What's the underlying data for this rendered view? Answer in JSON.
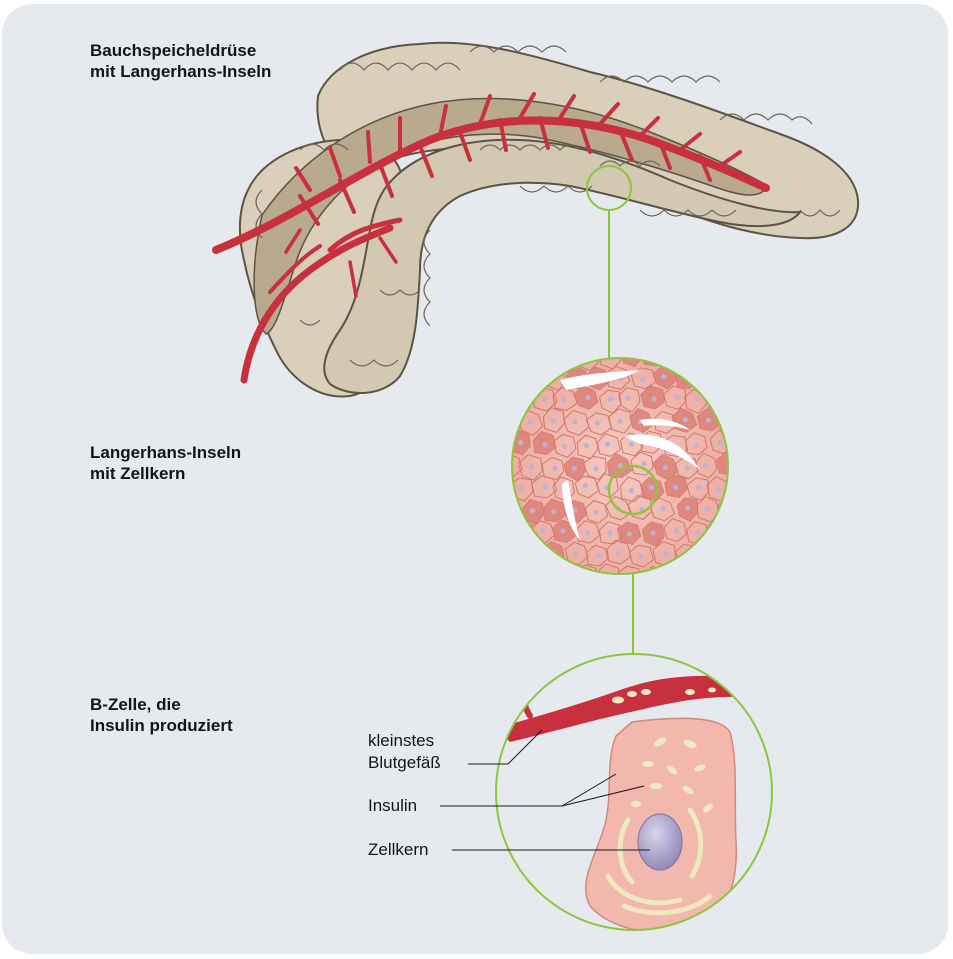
{
  "figure": {
    "background_color": "#e6eaef",
    "accent_green": "#8cc63f",
    "vessel_red": "#c8303e",
    "tissue_beige": "#d9cfba",
    "cell_pink": "#f2b7ad",
    "nucleus_purple": "#a49bc4"
  },
  "headings": {
    "pancreas": [
      "Bauchspeicheldrüse",
      "mit Langerhans-Inseln"
    ],
    "islets": [
      "Langerhans-Inseln",
      "mit Zellkern"
    ],
    "bcell": [
      "B-Zelle, die",
      "Insulin produziert"
    ]
  },
  "callouts": {
    "vessel": [
      "kleinstes",
      "Blutgefäß"
    ],
    "insulin": "Insulin",
    "nucleus": "Zellkern"
  }
}
